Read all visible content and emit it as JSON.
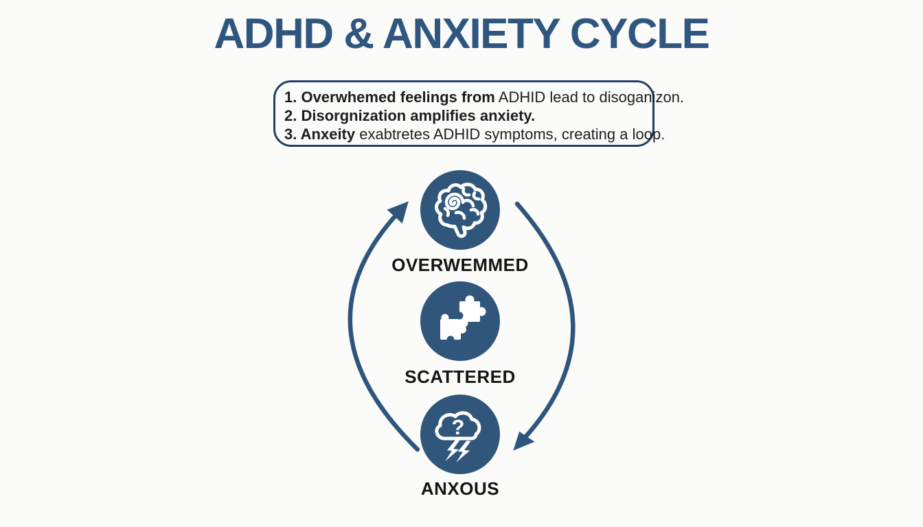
{
  "title": "ADHD & ANXIETY CYCLE",
  "summary_box": {
    "items": [
      {
        "bold": "1. Overwhemed feelings from",
        "rest": " ADHID lead to disoganizon."
      },
      {
        "bold": "2. Disorgnization amplifies anxiety.",
        "rest": ""
      },
      {
        "bold": "3. Anxeity",
        "rest": " exabtretes ADHID symptoms, creating a loop."
      }
    ]
  },
  "cycle": {
    "nodes": [
      {
        "label": "OVERWEMMED",
        "icon": "brain-icon"
      },
      {
        "label": "SCATTERED",
        "icon": "puzzle-icon"
      },
      {
        "label": "ANXOUS",
        "icon": "storm-cloud-icon"
      }
    ],
    "storm_question_mark": "?"
  },
  "colors": {
    "accent_blue": "#31567C",
    "arrow_blue": "#2E567D",
    "title_blue": "#2F567F",
    "box_border_navy": "#1E4265",
    "label_black": "#151515",
    "background": "#FBFBF9"
  }
}
